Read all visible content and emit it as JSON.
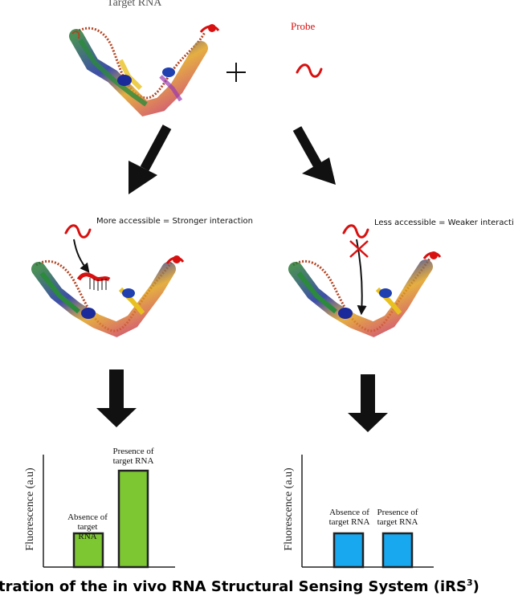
{
  "top": {
    "target_label": "Target RNA",
    "probe_label": "Probe",
    "plus": "+"
  },
  "left_branch": {
    "annotation": "More accessible = Stronger interaction"
  },
  "right_branch": {
    "annotation": "Less accessible = Weaker interaction"
  },
  "colors": {
    "probe": "#d81010",
    "bar_left": "#7dc832",
    "bar_right": "#18a8f0",
    "arrow": "#111111"
  },
  "chart_data": [
    {
      "type": "bar",
      "ylabel": "Fluorescence (a.u)",
      "categories": [
        "Absence of target RNA",
        "Presence of target RNA"
      ],
      "values": [
        0.35,
        1.0
      ],
      "color": "#7dc832"
    },
    {
      "type": "bar",
      "ylabel": "Fluorescence (a.u)",
      "categories": [
        "Absence of target RNA",
        "Presence of target RNA"
      ],
      "values": [
        0.35,
        0.35
      ],
      "color": "#18a8f0"
    }
  ],
  "caption": {
    "text": "tration of the in vivo RNA Structural Sensing System (iRS",
    "superscript": "3",
    "close": ")"
  }
}
